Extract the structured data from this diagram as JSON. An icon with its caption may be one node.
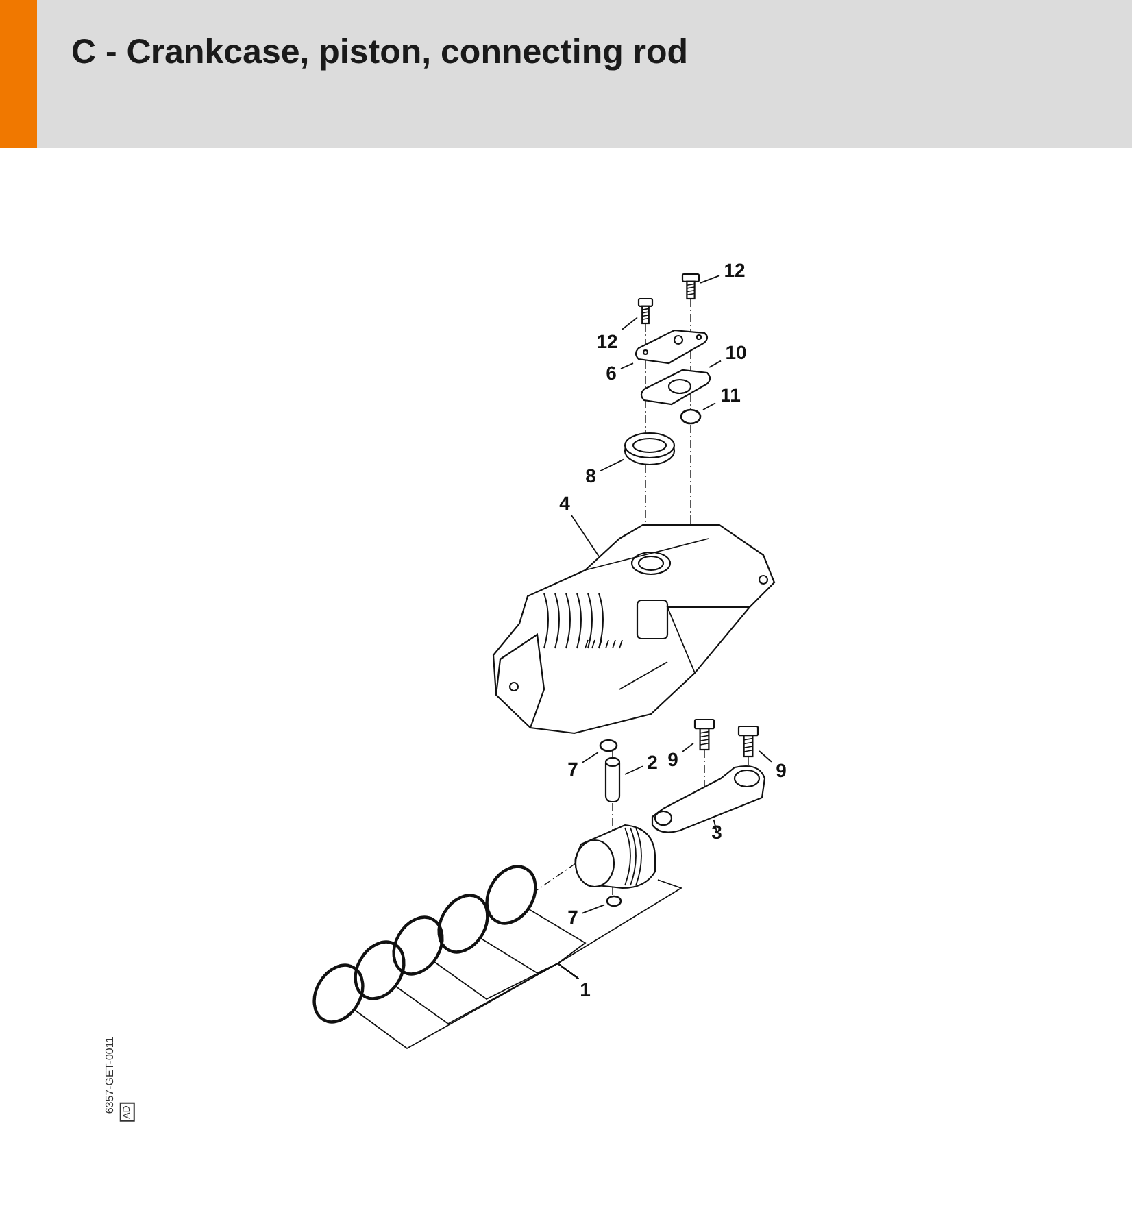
{
  "diagram": {
    "title": "C - Crankcase, piston, connecting rod",
    "nodes": [
      {
        "text": [
          "12"
        ]
      },
      {
        "text": [],
        "shape": "picture"
      },
      {
        "text": [
          "12"
        ]
      },
      {
        "text": [],
        "shape": "picture"
      },
      {
        "text": [
          "6"
        ]
      },
      {
        "text": [],
        "shape": "picture"
      },
      {
        "text": [
          "10"
        ]
      },
      {
        "text": [],
        "shape": "picture"
      },
      {
        "text": [
          "11"
        ]
      },
      {
        "text": [],
        "shape": "circle"
      },
      {
        "text": [
          "8"
        ]
      },
      {
        "text": [],
        "shape": "picture"
      },
      {
        "text": [
          "4"
        ]
      },
      {
        "text": [],
        "shape": "picture"
      },
      {
        "text": [
          "7"
        ]
      },
      {
        "text": [],
        "shape": "circle"
      },
      {
        "text": [
          "2"
        ]
      },
      {
        "text": [],
        "shape": "picture"
      },
      {
        "text": [
          "9"
        ]
      },
      {
        "text": [],
        "shape": "picture"
      },
      {
        "text": [
          "9"
        ]
      },
      {
        "text": [],
        "shape": "picture"
      },
      {
        "text": [
          "3"
        ]
      },
      {
        "text": [],
        "shape": "picture"
      },
      {
        "text": [],
        "shape": "picture"
      },
      {
        "text": [
          "7"
        ]
      },
      {
        "text": [],
        "shape": "circle"
      },
      {
        "text": [
          "1"
        ]
      },
      {
        "text": [],
        "shape": "circle"
      },
      {
        "text": [],
        "shape": "circle"
      },
      {
        "text": [],
        "shape": "circle"
      },
      {
        "text": [],
        "shape": "circle"
      },
      {
        "text": [],
        "shape": "circle"
      }
    ],
    "edges": [
      {
        "from": 0,
        "to": 1,
        "arrow": "none"
      },
      {
        "from": 2,
        "to": 3,
        "arrow": "none"
      },
      {
        "from": 4,
        "to": 5,
        "arrow": "none"
      },
      {
        "from": 6,
        "to": 7,
        "arrow": "none"
      },
      {
        "from": 8,
        "to": 9,
        "arrow": "none"
      },
      {
        "from": 10,
        "to": 11,
        "arrow": "none"
      },
      {
        "from": 12,
        "to": 13,
        "arrow": "none"
      },
      {
        "from": 14,
        "to": 15,
        "arrow": "none"
      },
      {
        "from": 16,
        "to": 17,
        "arrow": "none"
      },
      {
        "from": 18,
        "to": 19,
        "arrow": "none"
      },
      {
        "from": 20,
        "to": 21,
        "arrow": "none"
      },
      {
        "from": 22,
        "to": 23,
        "arrow": "none"
      },
      {
        "from": 25,
        "to": 26,
        "arrow": "none"
      },
      {
        "from": 27,
        "to": 24,
        "arrow": "none"
      },
      {
        "from": 27,
        "to": 28,
        "arrow": "none"
      },
      {
        "from": 27,
        "to": 29,
        "arrow": "none"
      },
      {
        "from": 27,
        "to": 30,
        "arrow": "none"
      },
      {
        "from": 27,
        "to": 31,
        "arrow": "none"
      },
      {
        "from": 27,
        "to": 32,
        "arrow": "none"
      },
      {
        "from": 1,
        "to": 5,
        "arrow": "none",
        "style": "dashed"
      },
      {
        "from": 5,
        "to": 7,
        "arrow": "none",
        "style": "dashed"
      },
      {
        "from": 7,
        "to": 9,
        "arrow": "none",
        "style": "dashed"
      },
      {
        "from": 9,
        "to": 13,
        "arrow": "none",
        "style": "dashed"
      },
      {
        "from": 3,
        "to": 5,
        "arrow": "none",
        "style": "dashed"
      },
      {
        "from": 5,
        "to": 7,
        "arrow": "none",
        "style": "dashed"
      },
      {
        "from": 7,
        "to": 11,
        "arrow": "none",
        "style": "dashed"
      },
      {
        "from": 11,
        "to": 13,
        "arrow": "none",
        "style": "dashed"
      },
      {
        "from": 15,
        "to": 17,
        "arrow": "none",
        "style": "dashed"
      },
      {
        "from": 17,
        "to": 24,
        "arrow": "none",
        "style": "dashed"
      },
      {
        "from": 24,
        "to": 26,
        "arrow": "none",
        "style": "dashed"
      },
      {
        "from": 24,
        "to": 28,
        "arrow": "none",
        "style": "dashed"
      },
      {
        "from": 19,
        "to": 23,
        "arrow": "none",
        "style": "dashed"
      },
      {
        "from": 21,
        "to": 23,
        "arrow": "none",
        "style": "dashed"
      }
    ],
    "labels": [
      "6357-GET-0011",
      "AD"
    ]
  }
}
